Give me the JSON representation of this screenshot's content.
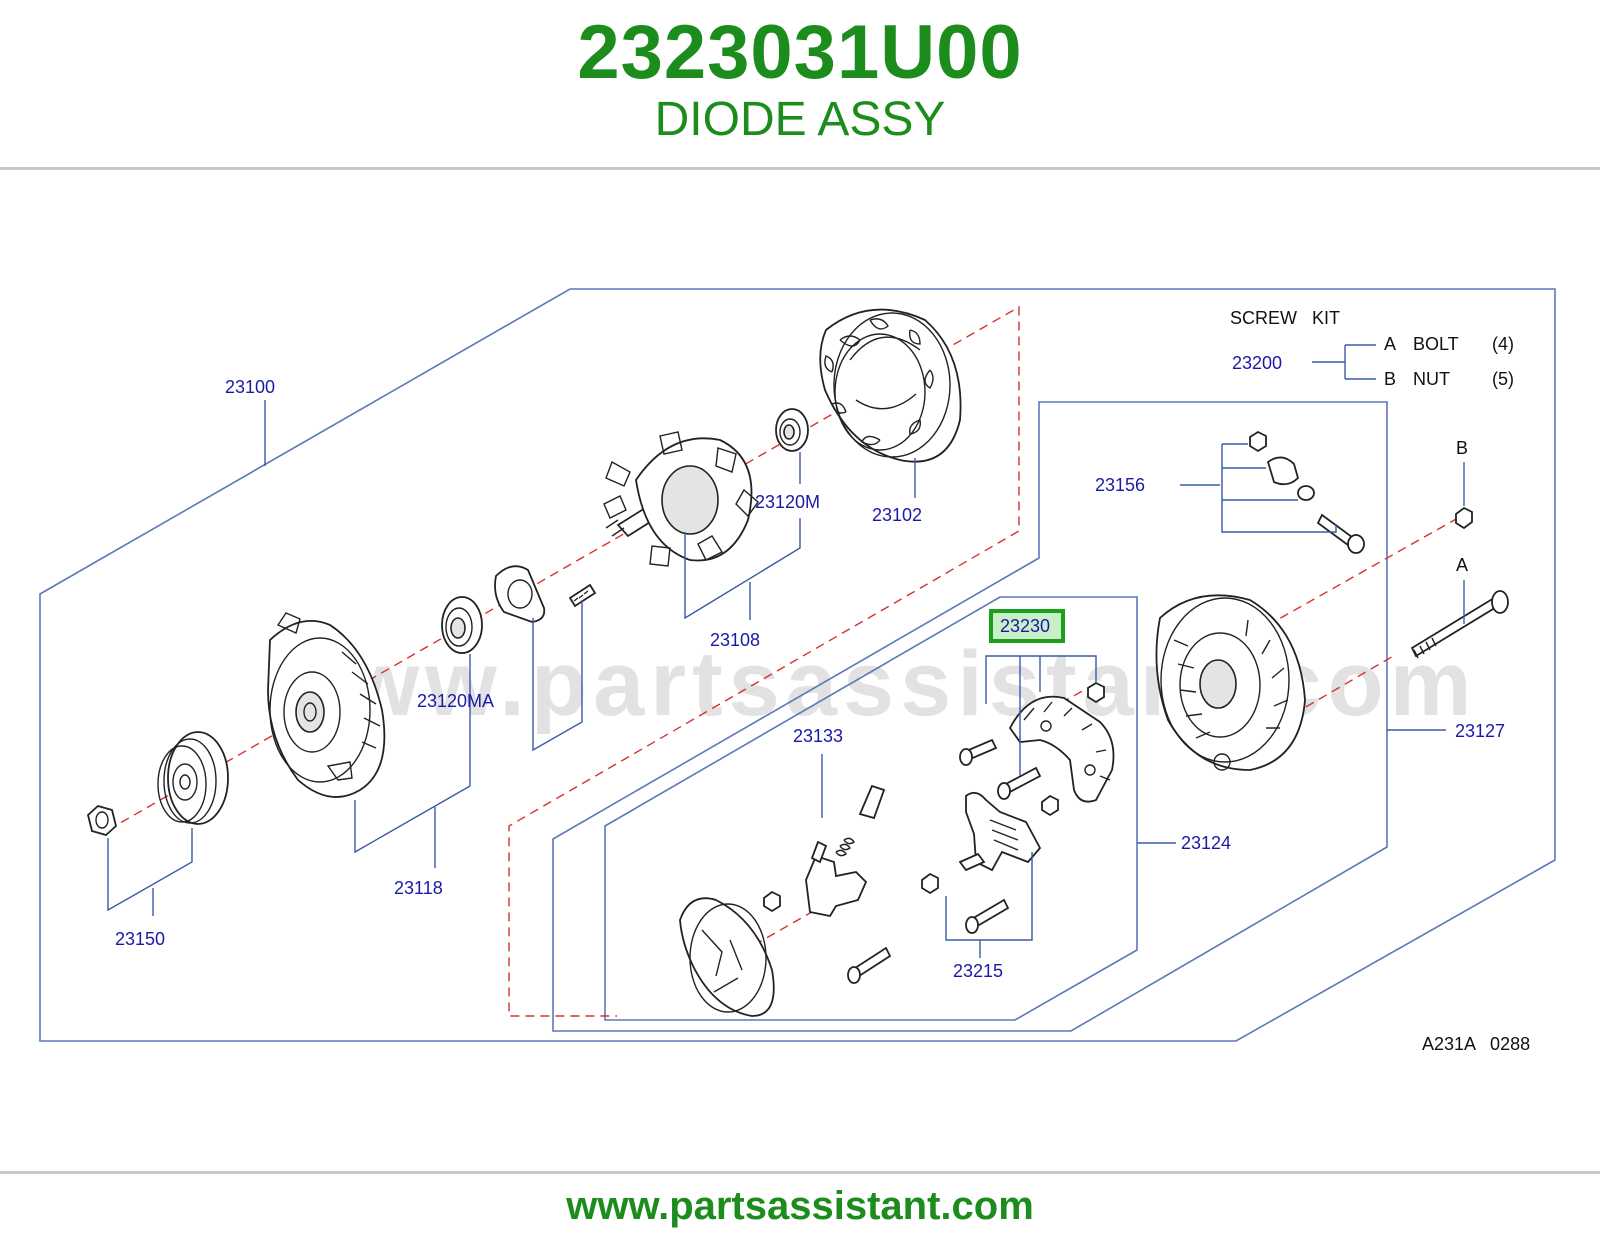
{
  "header": {
    "part_number": "2323031U00",
    "part_name": "DIODE ASSY"
  },
  "footer": {
    "url": "www.partsassistant.com"
  },
  "diagram": {
    "watermark": "www.partsassistant.com",
    "screw_kit": {
      "title": "SCREW   KIT",
      "code": "23200",
      "items": [
        {
          "key": "A",
          "name": "BOLT",
          "qty": "(4)"
        },
        {
          "key": "B",
          "name": "NUT",
          "qty": "(5)"
        }
      ]
    },
    "labels": {
      "p23100": "23100",
      "p23102": "23102",
      "p23120M": "23120M",
      "p23108": "23108",
      "p23120MA": "23120MA",
      "p23118": "23118",
      "p23150": "23150",
      "p23156": "23156",
      "p23230": "23230",
      "p23133": "23133",
      "p23124": "23124",
      "p23215": "23215",
      "p23127": "23127",
      "callout_a": "A",
      "callout_b": "B"
    },
    "highlighted_part": "23230",
    "highlight_color": "#1aa01a",
    "diagram_code": "A231A   0288"
  }
}
